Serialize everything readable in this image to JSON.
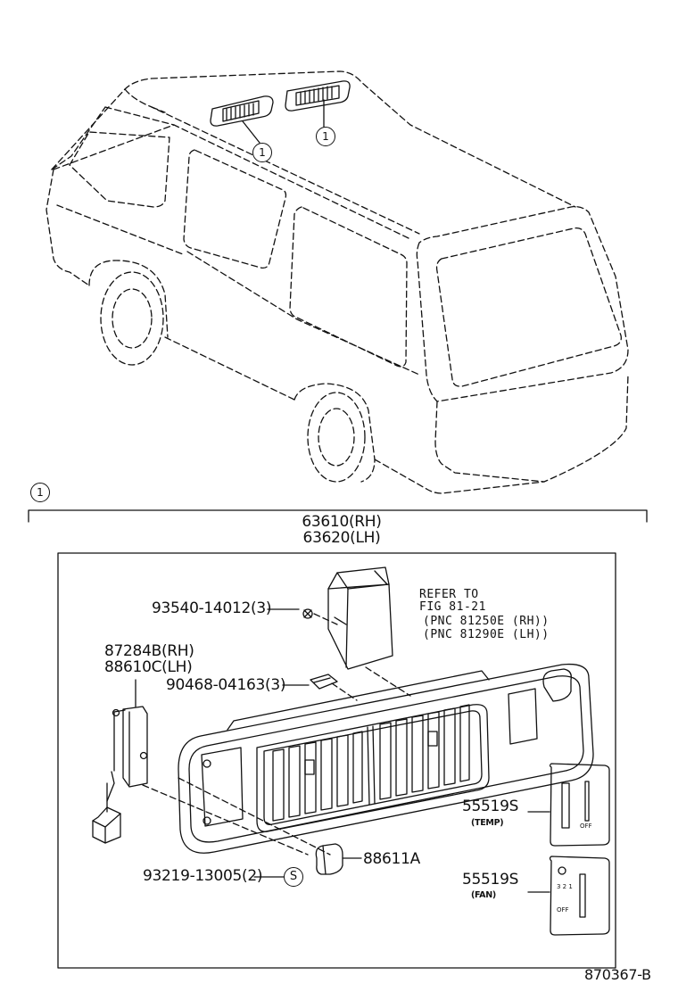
{
  "callouts": {
    "ref_upper_left": "1",
    "ref_upper_right": "1",
    "section": "1",
    "screw_symbol": "S"
  },
  "assembly": {
    "part_rh": "63610(RH)",
    "part_lh": "63620(LH)"
  },
  "parts": {
    "screw_top": "93540-14012(3)",
    "refer_line1": "REFER TO",
    "refer_line2": "FIG 81-21",
    "refer_line3": "(PNC 81250E (RH))",
    "refer_line4": "(PNC 81290E (LH))",
    "switch_rh": "87284B(RH)",
    "switch_lh": "88610C(LH)",
    "clip": "90468-04163(3)",
    "screw_bottom": "93219-13005(2)",
    "knob": "88611A",
    "knob_temp": "55519S",
    "knob_temp_sub": "(TEMP)",
    "knob_fan": "55519S",
    "knob_fan_sub": "(FAN)",
    "off_label_1": "OFF",
    "off_label_2": "OFF",
    "fan_marks": "3 2 1"
  },
  "diagram_code": "870367-B"
}
